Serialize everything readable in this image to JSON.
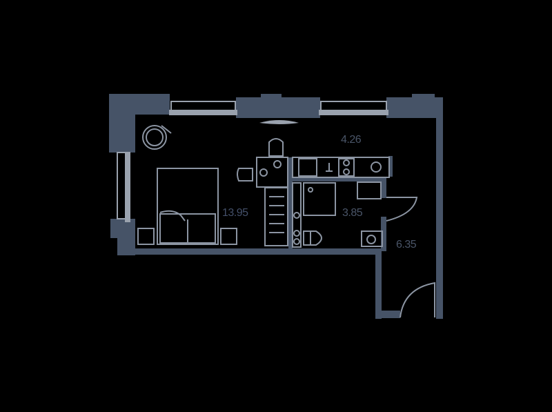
{
  "floor_plan": {
    "type": "studio apartment",
    "colors": {
      "background": "#000000",
      "wall": "#465367",
      "furniture_line": "#8c95a3",
      "window": "#9aa2ae",
      "label": "#4a5568",
      "accent": "#2b3a9a"
    },
    "rooms": [
      {
        "id": "living",
        "name": "living-room",
        "area": "13.95"
      },
      {
        "id": "kitchen",
        "name": "kitchen",
        "area": "4.26"
      },
      {
        "id": "bathroom",
        "name": "bathroom",
        "area": "3.85"
      },
      {
        "id": "hallway",
        "name": "hallway",
        "area": "6.35"
      }
    ]
  }
}
